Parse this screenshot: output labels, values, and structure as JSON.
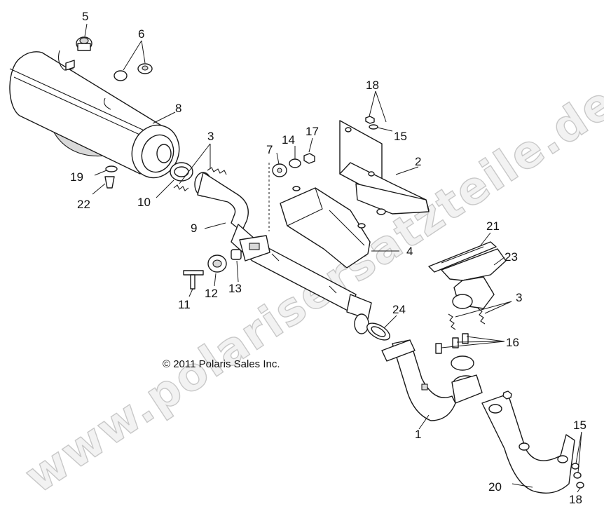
{
  "copyright": "© 2011 Polaris Sales Inc.",
  "watermark": "www.polarisersatzteile.de",
  "callouts": {
    "c1": "1",
    "c2": "2",
    "c3a": "3",
    "c3b": "3",
    "c4": "4",
    "c5": "5",
    "c6": "6",
    "c7": "7",
    "c8": "8",
    "c9": "9",
    "c10": "10",
    "c11": "11",
    "c12": "12",
    "c13": "13",
    "c14": "14",
    "c15a": "15",
    "c15b": "15",
    "c16": "16",
    "c17": "17",
    "c18a": "18",
    "c18b": "18",
    "c19": "19",
    "c20": "20",
    "c21": "21",
    "c22": "22",
    "c23": "23",
    "c24": "24"
  }
}
